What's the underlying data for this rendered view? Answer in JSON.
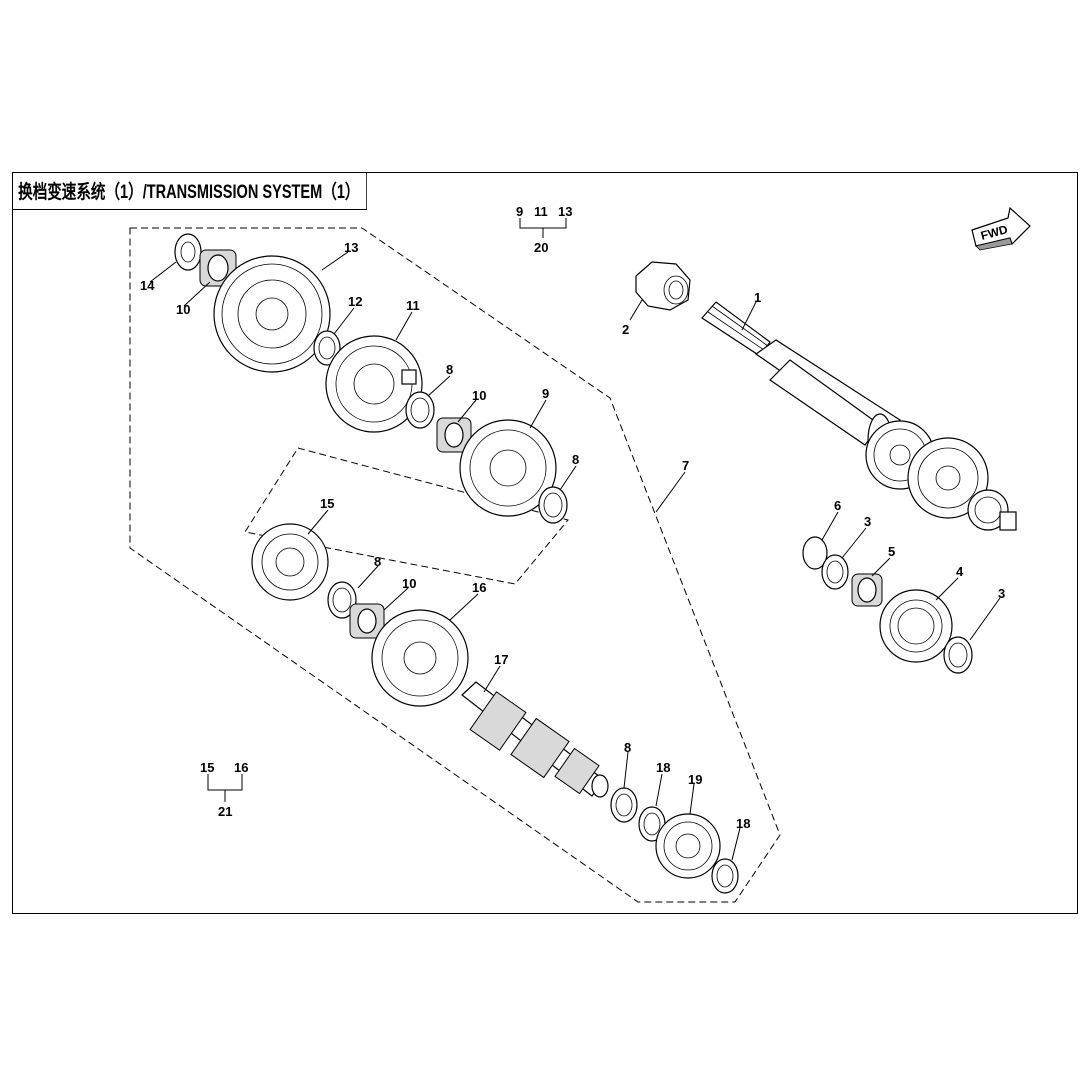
{
  "title": "换档变速系统（1）/TRANSMISSION SYSTEM（1）",
  "fwd_label": "FWD",
  "callouts": [
    "1",
    "2",
    "3",
    "3",
    "4",
    "5",
    "6",
    "7",
    "8",
    "8",
    "8",
    "8",
    "9",
    "10",
    "10",
    "10",
    "11",
    "12",
    "13",
    "14",
    "15",
    "16",
    "17",
    "18",
    "18",
    "19"
  ],
  "groups": [
    {
      "members": [
        "9",
        "11",
        "13"
      ],
      "result": "20"
    },
    {
      "members": [
        "15",
        "16"
      ],
      "result": "21"
    }
  ]
}
